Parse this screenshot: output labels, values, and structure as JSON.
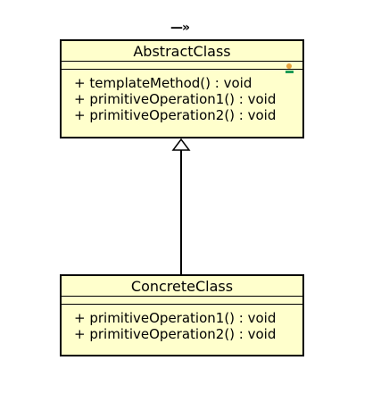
{
  "diagram": {
    "stereotype_mark": "—»",
    "abstract_class": {
      "name": "AbstractClass",
      "operations": [
        "+ templateMethod() : void",
        "+ primitiveOperation1() : void",
        "+ primitiveOperation2() : void"
      ]
    },
    "concrete_class": {
      "name": "ConcreteClass",
      "operations": [
        "+ primitiveOperation1() : void",
        "+ primitiveOperation2() : void"
      ]
    },
    "relationship": {
      "type": "generalization",
      "from": "ConcreteClass",
      "to": "AbstractClass"
    },
    "colors": {
      "class_fill": "#ffffcc",
      "border": "#000000",
      "marker_orange": "#e8a33c",
      "marker_green": "#1d9a55"
    }
  }
}
